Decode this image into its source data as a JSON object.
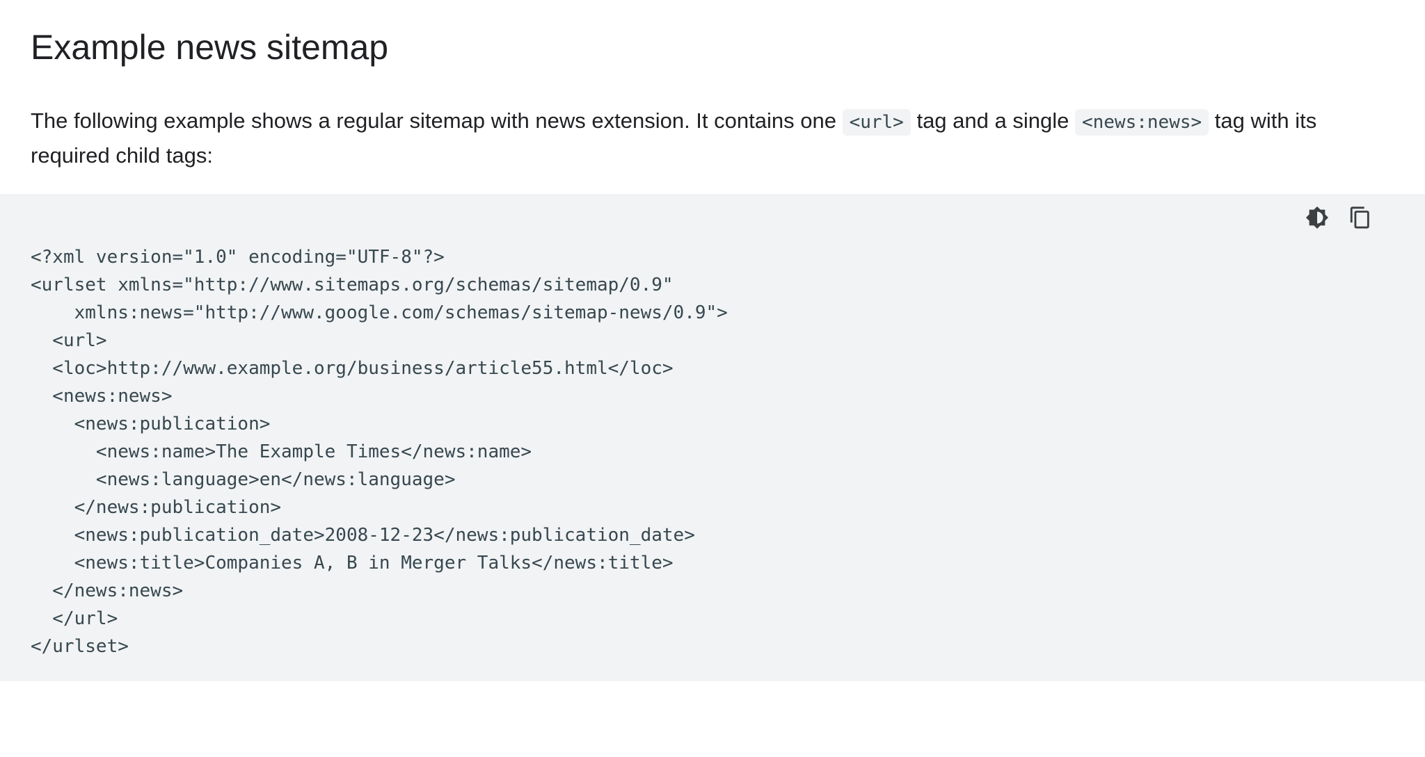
{
  "page": {
    "title": "Example news sitemap",
    "intro": {
      "part1": "The following example shows a regular sitemap with news extension. It contains one ",
      "code1": "<url>",
      "part2": " tag and a single ",
      "code2": "<news:news>",
      "part3": " tag with its required child tags:"
    },
    "code_block": {
      "icons": [
        {
          "name": "dark-code-theme-toggle-icon",
          "glyph": "brightness-medium"
        },
        {
          "name": "copy-code-icon",
          "glyph": "content-copy"
        }
      ],
      "code": "<?xml version=\"1.0\" encoding=\"UTF-8\"?>\n<urlset xmlns=\"http://www.sitemaps.org/schemas/sitemap/0.9\"\n    xmlns:news=\"http://www.google.com/schemas/sitemap-news/0.9\">\n  <url>\n  <loc>http://www.example.org/business/article55.html</loc>\n  <news:news>\n    <news:publication>\n      <news:name>The Example Times</news:name>\n      <news:language>en</news:language>\n    </news:publication>\n    <news:publication_date>2008-12-23</news:publication_date>\n    <news:title>Companies A, B in Merger Talks</news:title>\n  </news:news>\n  </url>\n</urlset>"
    },
    "colors": {
      "code_background": "#f1f3f4",
      "code_text": "#37474f",
      "heading_text": "#202124",
      "body_text": "#202124",
      "icon": "#3c4043",
      "page_background": "#ffffff"
    }
  }
}
